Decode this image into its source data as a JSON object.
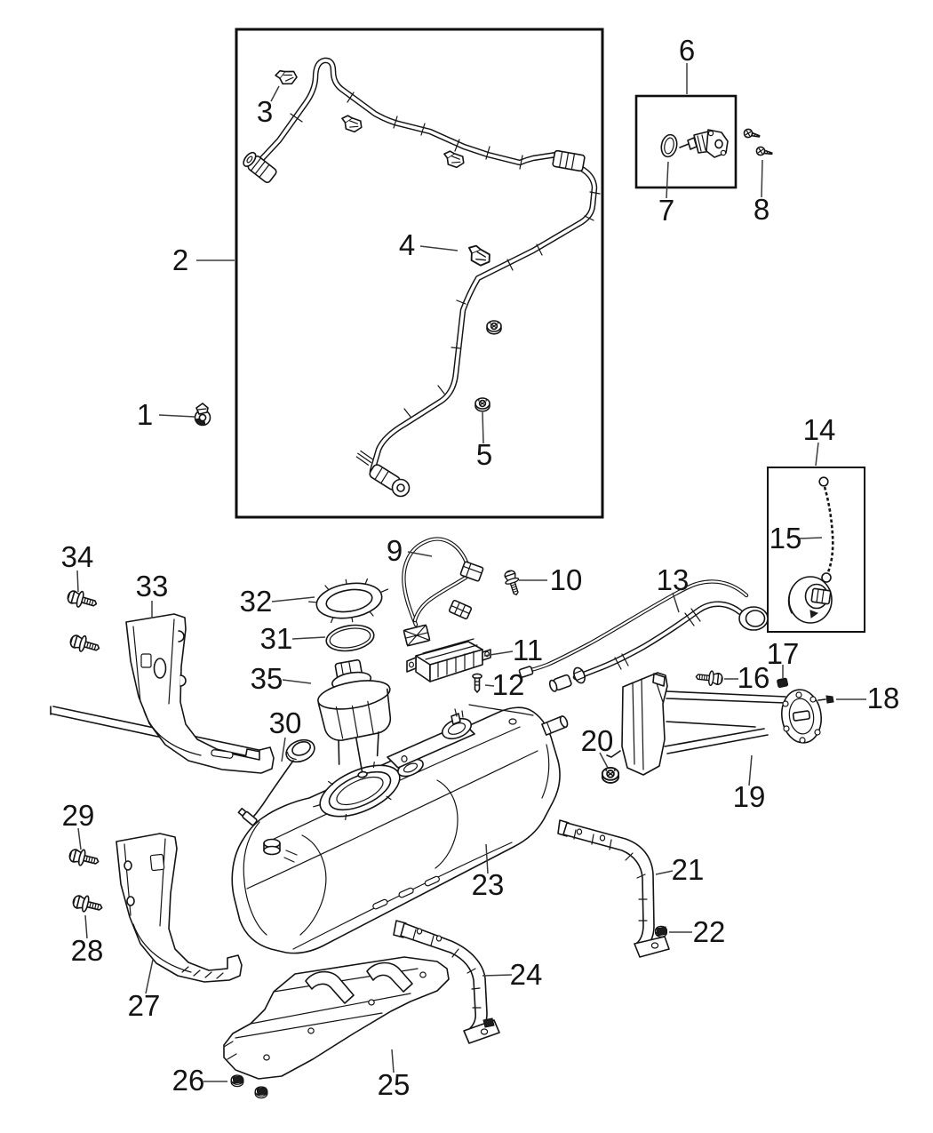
{
  "diagram": {
    "type": "exploded-parts-diagram",
    "background_color": "#ffffff",
    "line_color": "#141414",
    "inset_boxes": [
      {
        "callout": "2"
      },
      {
        "callout": "6"
      },
      {
        "callout": "14"
      }
    ],
    "callouts": [
      {
        "number": "1"
      },
      {
        "number": "2"
      },
      {
        "number": "3"
      },
      {
        "number": "4"
      },
      {
        "number": "5"
      },
      {
        "number": "6"
      },
      {
        "number": "7"
      },
      {
        "number": "8"
      },
      {
        "number": "9"
      },
      {
        "number": "10"
      },
      {
        "number": "11"
      },
      {
        "number": "12"
      },
      {
        "number": "13"
      },
      {
        "number": "14"
      },
      {
        "number": "15"
      },
      {
        "number": "16"
      },
      {
        "number": "17"
      },
      {
        "number": "18"
      },
      {
        "number": "19"
      },
      {
        "number": "20"
      },
      {
        "number": "21"
      },
      {
        "number": "22"
      },
      {
        "number": "23"
      },
      {
        "number": "24"
      },
      {
        "number": "25"
      },
      {
        "number": "26"
      },
      {
        "number": "27"
      },
      {
        "number": "28"
      },
      {
        "number": "29"
      },
      {
        "number": "30"
      },
      {
        "number": "31"
      },
      {
        "number": "32"
      },
      {
        "number": "33"
      },
      {
        "number": "34"
      },
      {
        "number": "35"
      }
    ]
  }
}
